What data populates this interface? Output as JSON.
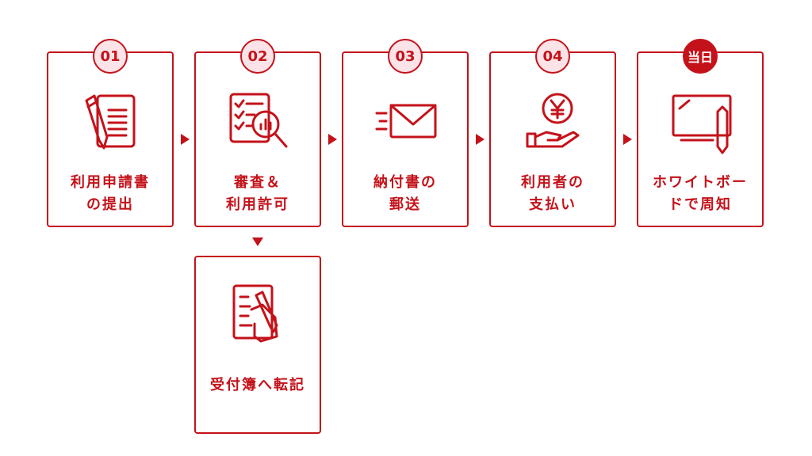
{
  "steps": [
    {
      "badge": "01",
      "icon": "application-pen-icon",
      "lines": [
        "利用申請書",
        "の提出"
      ]
    },
    {
      "badge": "02",
      "icon": "checklist-magnifier-icon",
      "lines": [
        "審査＆",
        "利用許可"
      ]
    },
    {
      "badge": "03",
      "icon": "envelope-icon",
      "lines": [
        "納付書の",
        "郵送"
      ]
    },
    {
      "badge": "04",
      "icon": "yen-hand-icon",
      "lines": [
        "利用者の",
        "支払い"
      ]
    },
    {
      "badge": "当日",
      "icon": "whiteboard-icon",
      "lines": [
        "ホワイトボー",
        "ドで周知"
      ]
    }
  ],
  "sub_step": {
    "icon": "writing-hand-icon",
    "label": "受付簿へ転記"
  },
  "colors": {
    "accent": "#c4121a",
    "badge_fill": "#fbe3e8"
  }
}
